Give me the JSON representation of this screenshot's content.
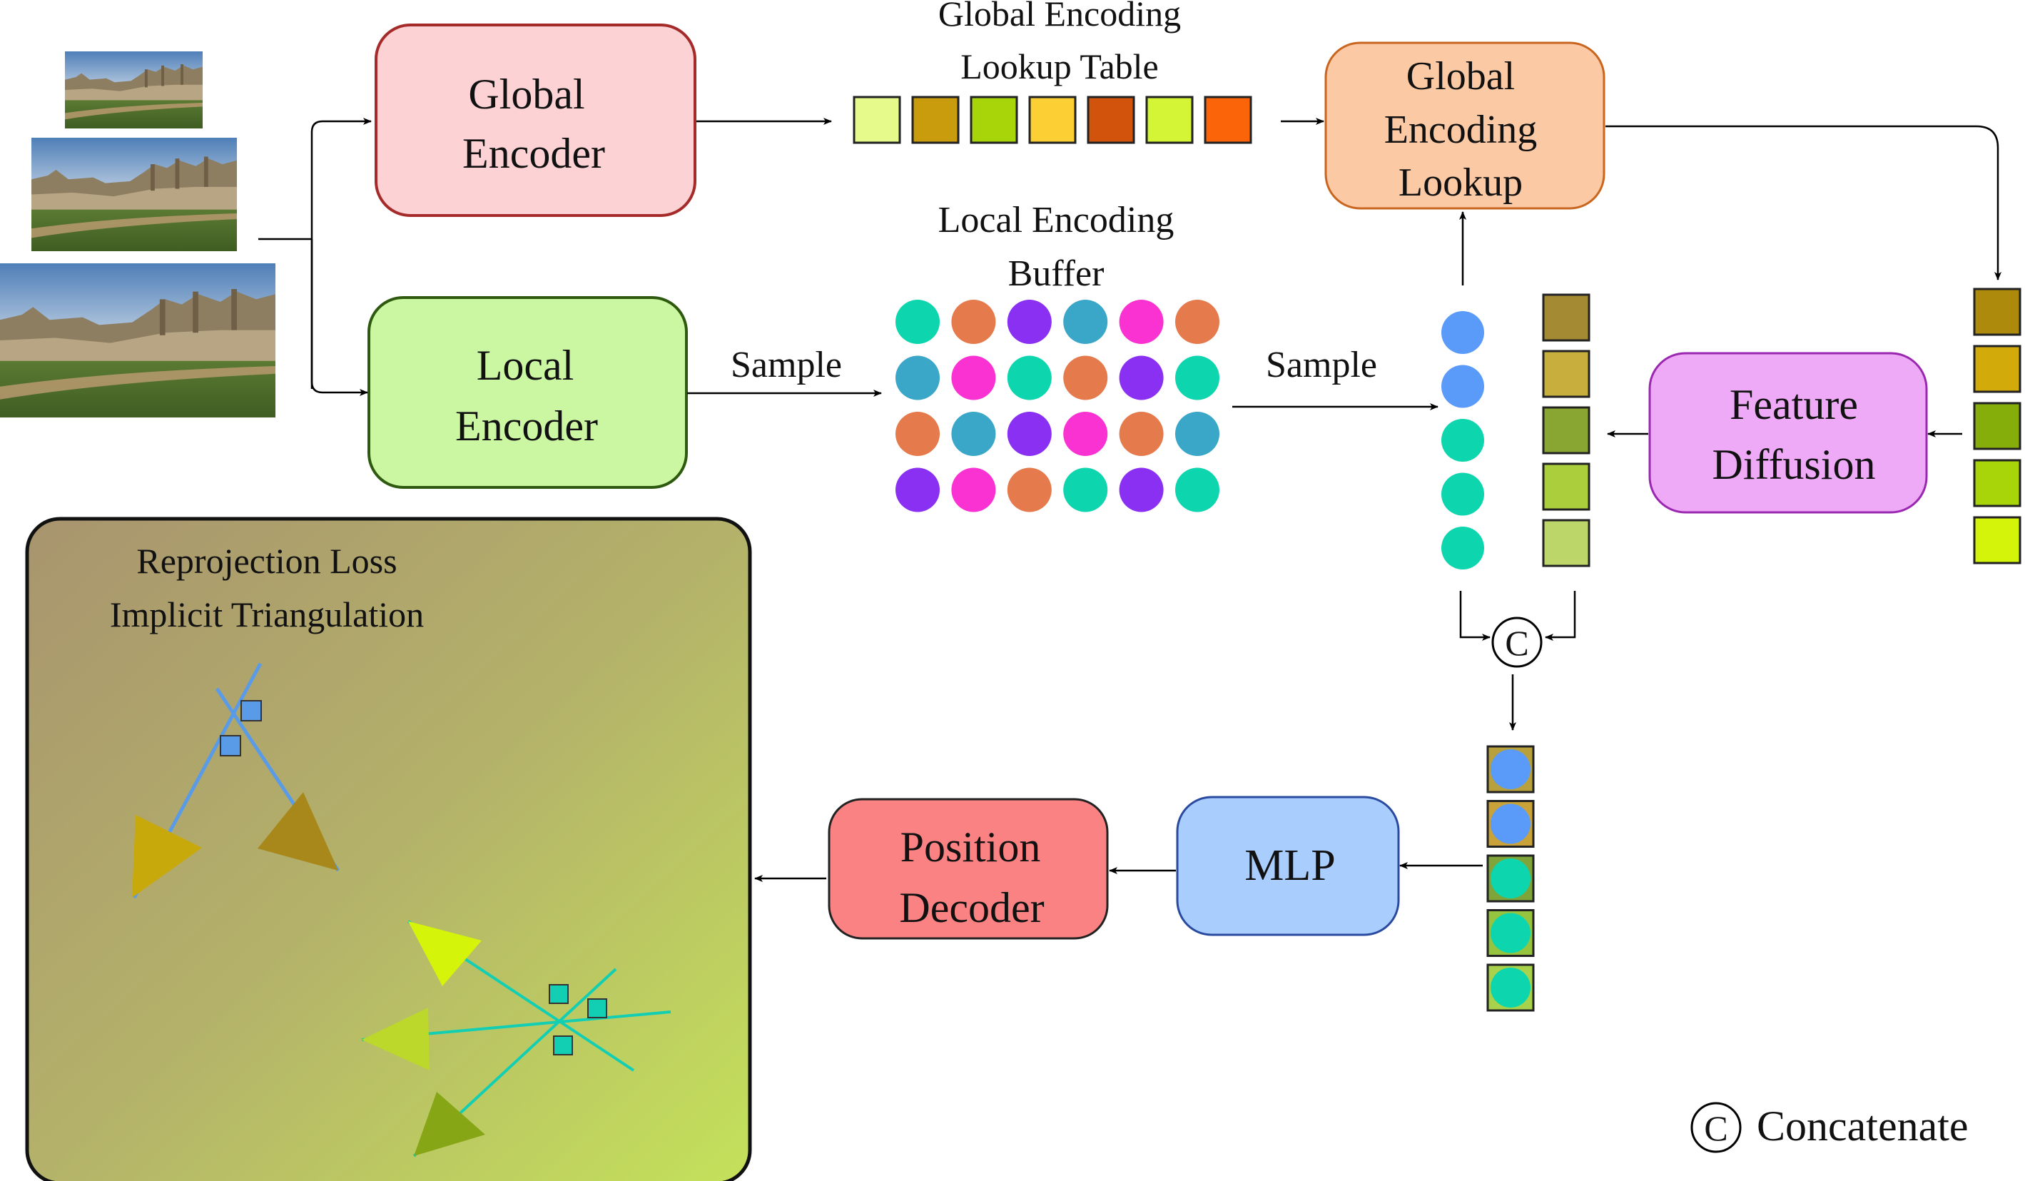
{
  "nodes": {
    "global_encoder": [
      "Global",
      "Encoder"
    ],
    "local_encoder": [
      "Local",
      "Encoder"
    ],
    "global_lookup": [
      "Global",
      "Encoding",
      "Lookup"
    ],
    "feature_diffusion": [
      "Feature",
      "Diffusion"
    ],
    "mlp": "MLP",
    "position_decoder": [
      "Position",
      "Decoder"
    ]
  },
  "table_title": [
    "Global Encoding",
    "Lookup  Table"
  ],
  "buffer_title": [
    "Local Encoding",
    "Buffer"
  ],
  "edges": {
    "sample_1": "Sample",
    "sample_2": "Sample"
  },
  "panel": {
    "line1": "Reprojection Loss",
    "line2": "Implicit Triangulation"
  },
  "concat_symbol": "C",
  "legend": {
    "symbol": "C",
    "label": "Concatenate"
  },
  "images": [
    {
      "name": "input-image-small"
    },
    {
      "name": "input-image-medium"
    },
    {
      "name": "input-image-large"
    }
  ],
  "colors": {
    "global_encoder_fill": "#fcd2d4",
    "global_encoder_stroke": "#a52a2a",
    "local_encoder_fill": "#ccf7a2",
    "local_encoder_stroke": "#2e5a10",
    "global_lookup_fill": "#fbc9a4",
    "global_lookup_stroke": "#c8651f",
    "feature_diffusion_fill": "#eeaaf6",
    "feature_diffusion_stroke": "#9a27b0",
    "mlp_fill": "#a9cdfc",
    "mlp_stroke": "#2a4aa0",
    "position_decoder_fill": "#fb8282",
    "position_decoder_stroke": "#222222",
    "panel_gradient": [
      "#a8946e",
      "#b4b26a",
      "#c4e15a"
    ],
    "blue_ray": "#5a9be8",
    "teal_ray": "#12cfb4"
  },
  "table_colors": [
    "#e6fa8c",
    "#c89c0c",
    "#a8d40a",
    "#fcd035",
    "#d2540c",
    "#d4f535",
    "#fc640a"
  ],
  "buffer_colors": [
    [
      "#0dd6ae",
      "#e57b4d",
      "#8a30f2",
      "#3aa6c8",
      "#fb32d2",
      "#e57b4d"
    ],
    [
      "#3aa6c8",
      "#fb32d2",
      "#0dd6ae",
      "#e57b4d",
      "#8a30f2",
      "#0dd6ae"
    ],
    [
      "#e57b4d",
      "#3aa6c8",
      "#8a30f2",
      "#fb32d2",
      "#e57b4d",
      "#3aa6c8"
    ],
    [
      "#8a30f2",
      "#fb32d2",
      "#e57b4d",
      "#0dd6ae",
      "#8a30f2",
      "#0dd6ae"
    ]
  ],
  "sampled_local_colors": [
    "#5a9bfa",
    "#5a9bfa",
    "#0dd6ae",
    "#0dd6ae",
    "#0dd6ae"
  ],
  "diffused_feature_colors": [
    "#a48a32",
    "#c8ae3c",
    "#8aa632",
    "#aace3c",
    "#bcd66a"
  ],
  "lookup_output_colors": [
    "#ae8a0c",
    "#d2aa0a",
    "#86ae0a",
    "#a8d40a",
    "#d4f50a"
  ],
  "concat_outer_colors": [
    "#b8a03c",
    "#c9a23a",
    "#7ea43a",
    "#96c43e",
    "#a8d24c"
  ],
  "icons": {
    "arrows": "arrow-head-icon",
    "camera": "camera-frustum-icon",
    "concat": "concat-circle-icon"
  }
}
